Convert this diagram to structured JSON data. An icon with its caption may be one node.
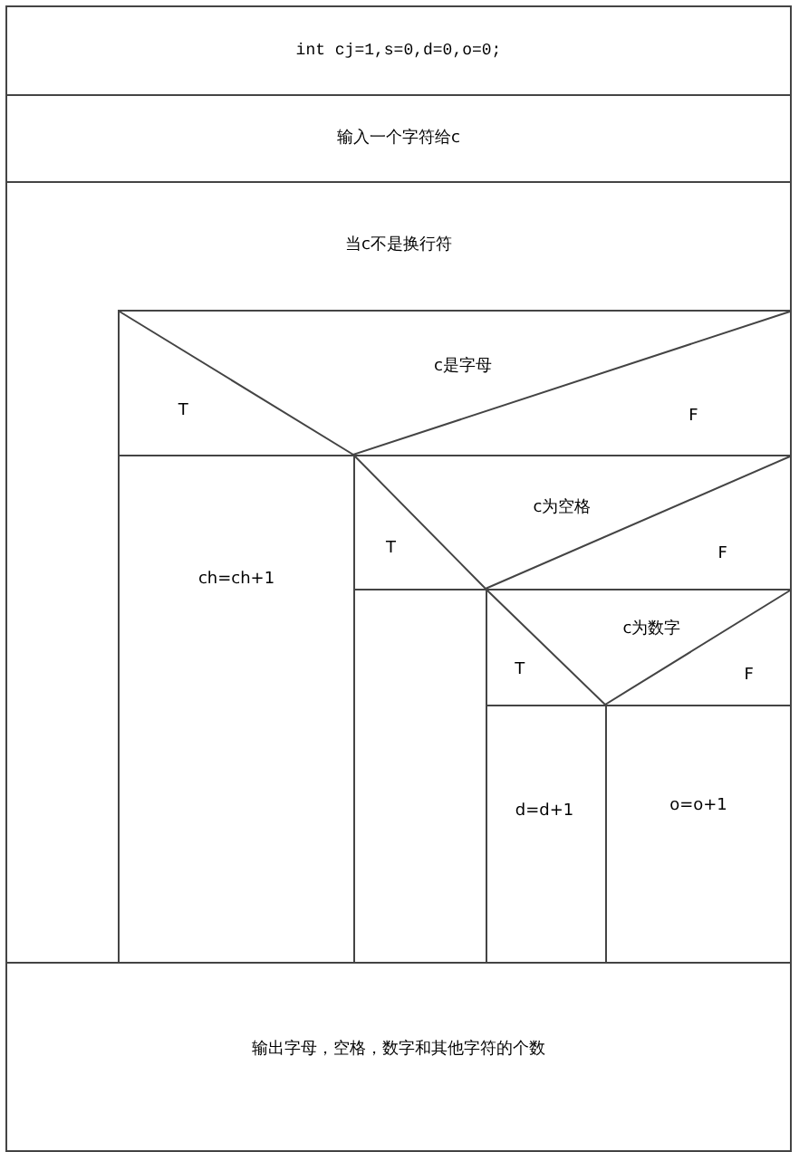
{
  "diagram": {
    "nodes": [
      {
        "text": [
          "int cj=1,s=0,d=0,o=0;"
        ]
      },
      {
        "text": [
          "输入一个字符给c"
        ]
      },
      {
        "text": [
          "当c不是换行符"
        ]
      },
      {
        "text": [
          "c是字母",
          "T",
          "F"
        ],
        "in": 2
      },
      {
        "text": [
          "ch=ch+1"
        ],
        "in": 2
      },
      {
        "text": [
          "c为空格",
          "T",
          "F"
        ],
        "in": 2
      },
      {
        "text": [],
        "shape": "box",
        "in": 2
      },
      {
        "text": [
          "c为数字",
          "T",
          "F"
        ],
        "in": 2
      },
      {
        "text": [
          "d=d+1"
        ],
        "in": 2
      },
      {
        "text": [
          "o=o+1"
        ],
        "in": 2
      },
      {
        "text": [
          "输出字母，空格，数字和其他字符的个数"
        ]
      }
    ]
  }
}
